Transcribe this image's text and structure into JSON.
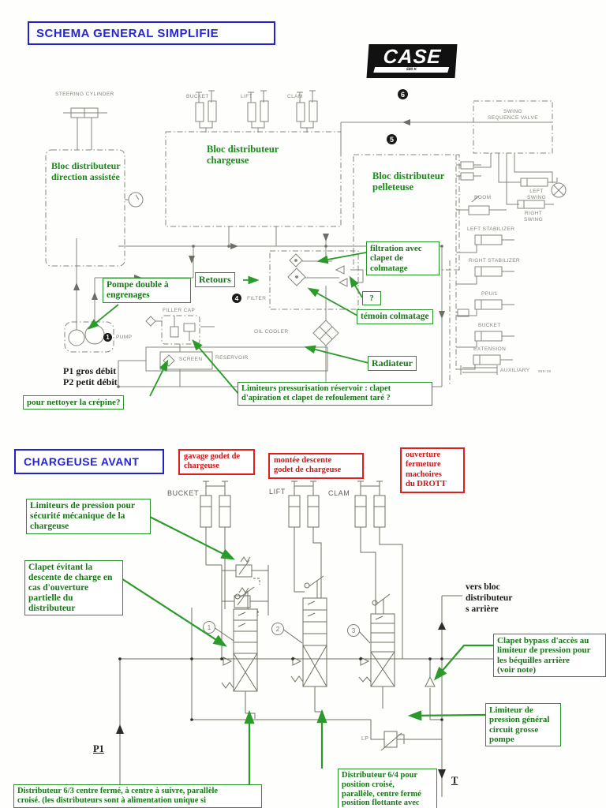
{
  "titles": {
    "schema": "SCHEMA GENERAL SIMPLIFIE",
    "chargeuse": "CHARGEUSE AVANT"
  },
  "logo": {
    "brand": "CASE",
    "model": "580 K"
  },
  "schema": {
    "blocks": {
      "direction": "Bloc distributeur\ndirection assistée",
      "chargeuse": "Bloc distributeur\nchargeuse",
      "pelleteuse": "Bloc distributeur\npelleteuse"
    },
    "labels": {
      "steering_cylinder": "STEERING CYLINDER",
      "bucket": "BUCKET",
      "lift": "LIFT",
      "clam": "CLAM",
      "swing_sequence_valve": "SWING\nSEQUENCE VALVE",
      "left_swing": "LEFT\nSWING",
      "right_swing": "RIGHT\nSWING",
      "boom": "BOOM",
      "left_stabilizer": "LEFT STABILIZER",
      "right_stabilizer": "RIGHT STABILIZER",
      "ppu1": "PPU/1",
      "bucket2": "BUCKET",
      "extension": "EXTENSION",
      "auxiliary": "AUXILIARY",
      "fig_no": "989-38",
      "filter": "FILTER",
      "pump": "PUMP",
      "oil_cooler": "OIL COOLER",
      "reservoir": "RESERVOIR",
      "screen": "SCREEN",
      "filler_cap": "FILLER CAP",
      "marker_1": "1",
      "marker_4": "4",
      "marker_5": "5",
      "marker_6": "6"
    },
    "green_notes": {
      "pompe": "Pompe double à\nengrenages",
      "retours": "Retours",
      "filtration": "filtration avec\nclapet de\ncolmatage",
      "question": "?",
      "temoin": "témoin colmatage",
      "radiateur": "Radiateur",
      "crepine": "pour nettoyer la crépine?",
      "limiteurs_reservoir": "Limiteurs pressurisation réservoir : clapet\nd'apiration et clapet de refoulement taré ?"
    },
    "black_notes": {
      "p1p2": "P1 gros débit\nP2 petit débit"
    }
  },
  "chargeuse": {
    "red_notes": {
      "gavage": "gavage godet de\nchargeuse",
      "montee": "montée descente\ngodet de chargeuse",
      "ouverture": "ouverture\nfermeture\nmachoires\ndu DROTT"
    },
    "labels": {
      "bucket": "BUCKET",
      "lift": "LIFT",
      "clam": "CLAM",
      "lp": "LP",
      "p1": "P1",
      "t": "T",
      "marker_1": "1",
      "marker_2": "2",
      "marker_3": "3"
    },
    "green_notes": {
      "limiteurs": "Limiteurs de pression pour\nsécurité mécanique de la\nchargeuse",
      "clapet_descente": "Clapet évitant la\ndescente de charge en\ncas d'ouverture\npartielle du\ndistributeur",
      "clapet_bypass": "Clapet bypass d'accès au\nlimiteur de pression pour\nles béquilles arrière\n(voir note)",
      "limiteur_general": "Limiteur de\npression général\ncircuit grosse\npompe",
      "distributeur63": "Distributeur 6/3 centre fermé, à centre à suivre, parallèle\ncroisé. (les distributeurs sont à alimentation unique si",
      "distributeur64": "Distributeur 6/4 pour\nposition croisé,\nparallèle, centre fermé\nposition flottante avec"
    },
    "black_notes": {
      "vers_bloc": "vers bloc\ndistributeur\ns arrière"
    }
  }
}
